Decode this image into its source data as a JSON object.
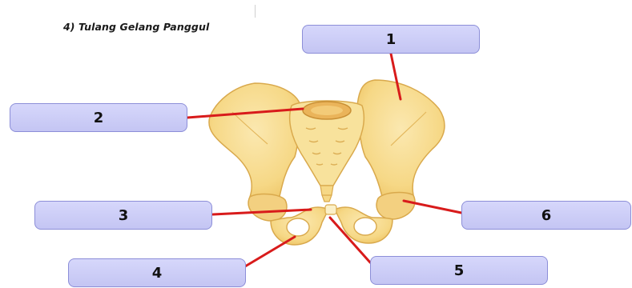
{
  "title": "4) Tulang Gelang Panggul",
  "labels": [
    "1",
    "2",
    "3",
    "4",
    "5",
    "6"
  ],
  "colors": {
    "bone_fill": "#f7dd8e",
    "bone_stroke": "#d9a94c",
    "bone_shadow": "#edc868",
    "leader_line": "#d81b1b",
    "box_fill": "#cfd0f8",
    "box_border": "#8c8ed8"
  }
}
